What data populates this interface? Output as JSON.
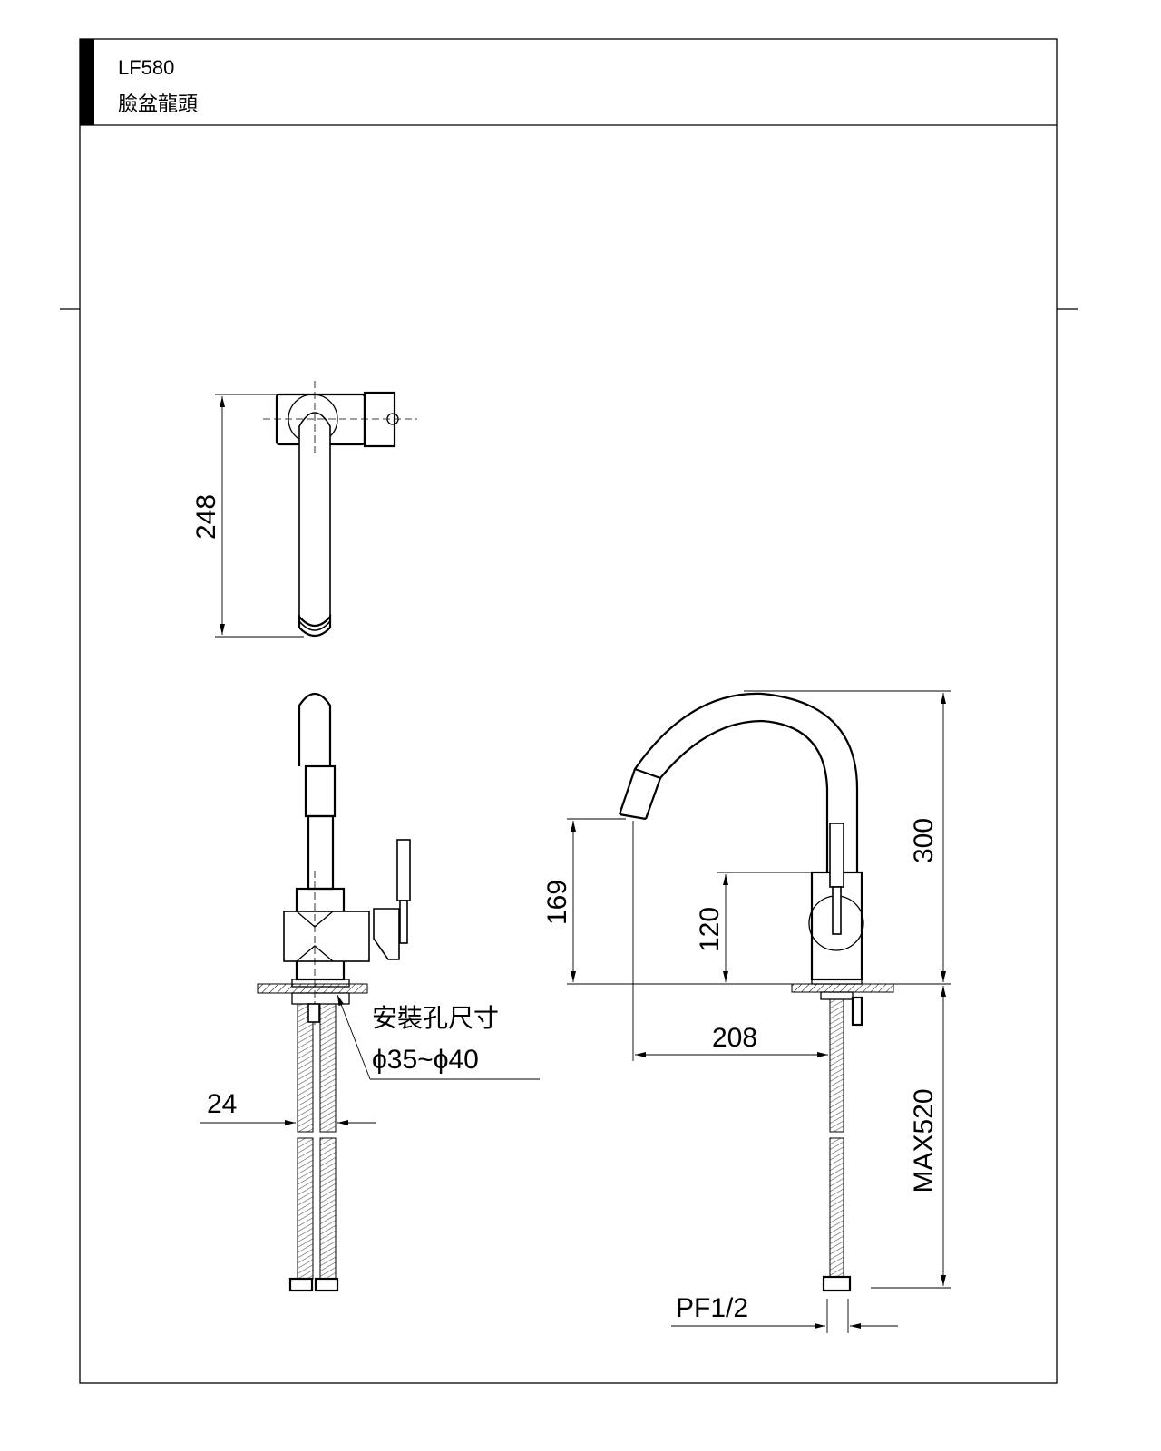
{
  "header": {
    "model": "LF580",
    "product_name": "臉盆龍頭"
  },
  "dimensions": {
    "top_view_length": "248",
    "spout_height": "300",
    "outlet_height": "169",
    "lever_height": "120",
    "spout_reach": "208",
    "hose_length": "MAX520",
    "hose_spacing": "24",
    "connection_thread": "PF1/2"
  },
  "notes": {
    "mounting_hole_label": "安裝孔尺寸",
    "mounting_hole_size": "ϕ35~ϕ40"
  }
}
